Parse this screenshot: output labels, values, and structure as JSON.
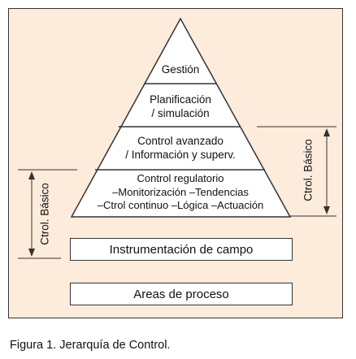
{
  "pyramid": {
    "level1": "Gestión",
    "level2": {
      "line1": "Planificación",
      "line2": "/ simulación"
    },
    "level3": {
      "line1": "Control avanzado",
      "line2": "/ Información y superv."
    },
    "level4": {
      "line1": "Control regulatorio",
      "line2": "–Monitorización –Tendencias",
      "line3": "–Ctrol continuo –Lógica –Actuación"
    }
  },
  "boxes": {
    "instrumentation": "Instrumentación de campo",
    "process": "Areas de proceso"
  },
  "side_labels": {
    "left": "Ctrol. Básico",
    "right": "Ctrol. Básico"
  },
  "caption": "Figura 1. Jerarquía de Control.",
  "colors": {
    "background": "#fdebdc",
    "fill": "#ffffff",
    "stroke": "#333333"
  }
}
